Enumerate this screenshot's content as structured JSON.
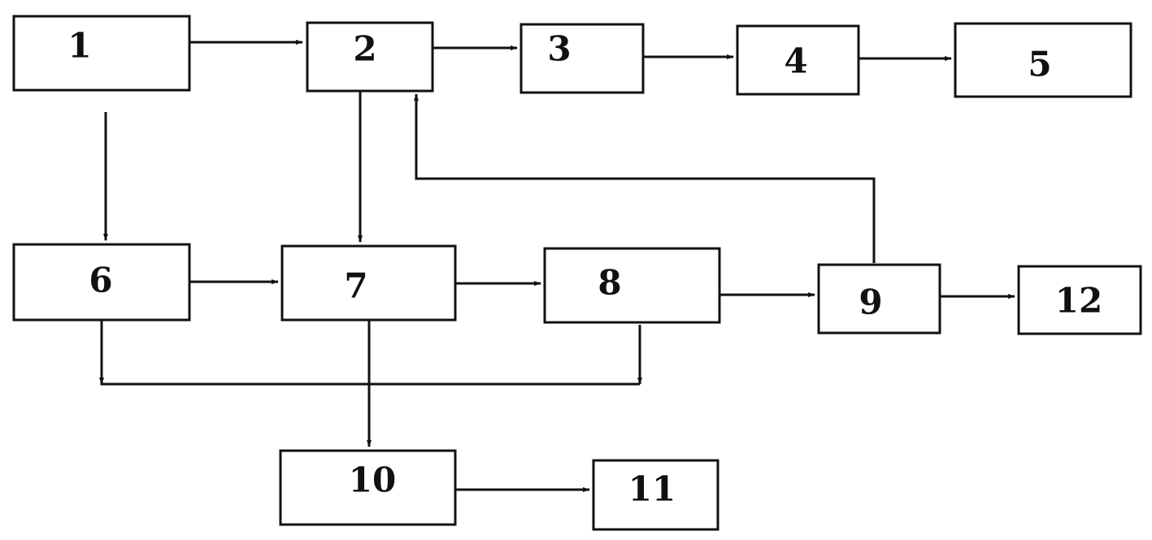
{
  "diagram": {
    "line_color": "#111111",
    "box_fill": "#ffffff",
    "nodes": [
      {
        "id": "n1",
        "label": "1"
      },
      {
        "id": "n2",
        "label": "2"
      },
      {
        "id": "n3",
        "label": "3"
      },
      {
        "id": "n4",
        "label": "4"
      },
      {
        "id": "n5",
        "label": "5"
      },
      {
        "id": "n6",
        "label": "6"
      },
      {
        "id": "n7",
        "label": "7"
      },
      {
        "id": "n8",
        "label": "8"
      },
      {
        "id": "n9",
        "label": "9"
      },
      {
        "id": "n10",
        "label": "10"
      },
      {
        "id": "n11",
        "label": "11"
      },
      {
        "id": "n12",
        "label": "12"
      }
    ],
    "edges": [
      {
        "from": "1",
        "to": "2"
      },
      {
        "from": "2",
        "to": "3"
      },
      {
        "from": "3",
        "to": "4"
      },
      {
        "from": "4",
        "to": "5"
      },
      {
        "from": "1",
        "to": "6"
      },
      {
        "from": "2",
        "to": "7"
      },
      {
        "from": "6",
        "to": "7"
      },
      {
        "from": "7",
        "to": "8"
      },
      {
        "from": "8",
        "to": "9"
      },
      {
        "from": "9",
        "to": "12"
      },
      {
        "from": "9",
        "to": "2"
      },
      {
        "from": "6",
        "to": "8"
      },
      {
        "from": "7",
        "to": "10"
      },
      {
        "from": "10",
        "to": "11"
      }
    ]
  }
}
